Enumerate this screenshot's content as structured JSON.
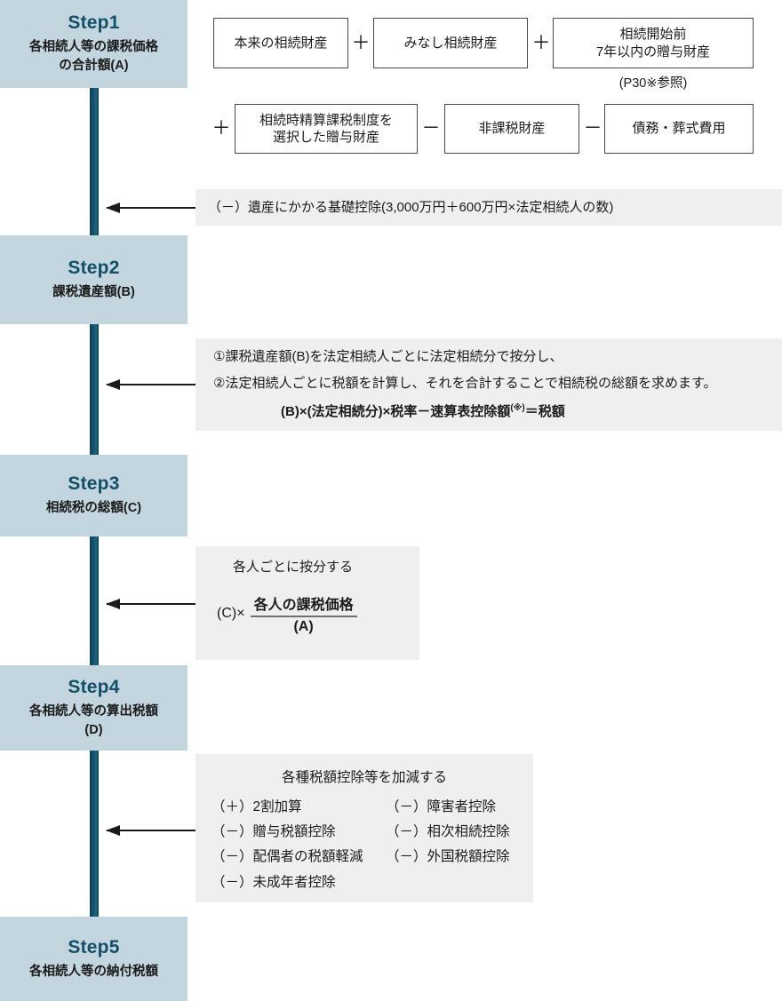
{
  "steps": [
    {
      "title": "Step1",
      "sub": "各相続人等の課税価格\nの合計額(A)"
    },
    {
      "title": "Step2",
      "sub": "課税遺産額(B)"
    },
    {
      "title": "Step3",
      "sub": "相続税の総額(C)"
    },
    {
      "title": "Step4",
      "sub": "各相続人等の算出税額\n(D)"
    },
    {
      "title": "Step5",
      "sub": "各相続人等の納付税額"
    }
  ],
  "step1_formula": {
    "row1": [
      {
        "kind": "box",
        "label": "本来の相続財産"
      },
      {
        "kind": "op",
        "label": "＋"
      },
      {
        "kind": "box",
        "label": "みなし相続財産"
      },
      {
        "kind": "op",
        "label": "＋"
      },
      {
        "kind": "box",
        "label": "相続開始前\n7年以内の贈与財産"
      }
    ],
    "row1_note": "(P30※参照)",
    "row2": [
      {
        "kind": "op",
        "label": "＋"
      },
      {
        "kind": "box",
        "label": "相続時精算課税制度を\n選択した贈与財産"
      },
      {
        "kind": "op",
        "label": "－"
      },
      {
        "kind": "box",
        "label": "非課税財産"
      },
      {
        "kind": "op",
        "label": "－"
      },
      {
        "kind": "box",
        "label": "債務・葬式費用"
      }
    ]
  },
  "panel1": {
    "line1": "（－）遺産にかかる基礎控除(3,000万円＋600万円×法定相続人の数)"
  },
  "panel2": {
    "line1": "①課税遺産額(B)を法定相続人ごとに法定相続分で按分し、",
    "line2": "②法定相続人ごとに税額を計算し、それを合計することで相続税の総額を求めます。",
    "line3_pre": "(B)×(法定相続分)×税率－速算表控除額",
    "line3_ref": "(※)",
    "line3_post": "＝税額"
  },
  "panel3": {
    "heading": "各人ごとに按分する",
    "lead": "(C)×",
    "numerator": "各人の課税価格",
    "denominator": "(A)"
  },
  "panel4": {
    "heading": "各種税額控除等を加減する",
    "left_items": [
      "（＋）2割加算",
      "（－）贈与税額控除",
      "（－）配偶者の税額軽減",
      "（－）未成年者控除"
    ],
    "right_items": [
      "（－）障害者控除",
      "（－）相次相続控除",
      "（－）外国税額控除"
    ]
  },
  "colors": {
    "step_bg": "#c3d5df",
    "step_title": "#134f68",
    "connector": "#114a61",
    "panel_bg": "#efefef",
    "box_border": "#4a4a4a",
    "text": "#1b1b1b"
  }
}
